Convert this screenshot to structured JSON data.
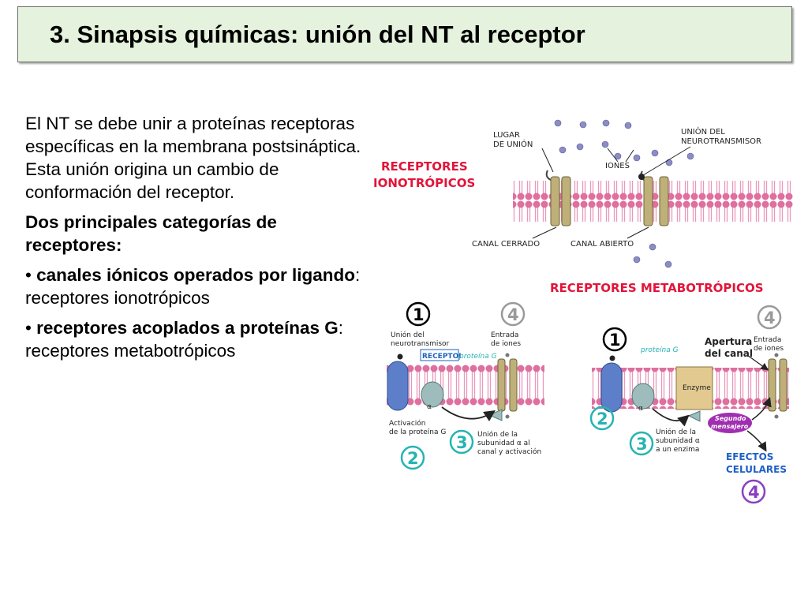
{
  "slide": {
    "title": "3. Sinapsis químicas: unión del NT al receptor",
    "paragraph1": "El NT se debe unir a proteínas receptoras específicas en la membrana postsináptica. Esta unión origina un cambio de conformación del receptor.",
    "paragraph2": "Dos principales categorías de receptores:",
    "bullet1_bold": "canales iónicos operados por ligando",
    "bullet1_rest": ": receptores ionotrópicos",
    "bullet2_bold": "receptores acoplados a proteínas G",
    "bullet2_rest": ": receptores metabotrópicos"
  },
  "diagram": {
    "ionotropic": {
      "heading_line1": "RECEPTORES",
      "heading_line2": "IONOTRÓPICOS",
      "label_lugar_1": "LUGAR",
      "label_lugar_2": "DE UNIÓN",
      "label_union_1": "UNIÓN DEL",
      "label_union_2": "NEUROTRANSMISOR",
      "label_iones": "IONES",
      "label_canal_cerrado": "CANAL CERRADO",
      "label_canal_abierto": "CANAL ABIERTO"
    },
    "metabotropic": {
      "heading": "RECEPTORES  METABOTRÓPICOS",
      "left": {
        "n1": "1",
        "n2": "2",
        "n3": "3",
        "n4": "4",
        "union_1": "Unión del",
        "union_2": "neurotransmisor",
        "receptor": "RECEPTOI",
        "proteina_g": "proteína G",
        "entrada_1": "Entrada",
        "entrada_2": "de iones",
        "alpha": "α",
        "activacion_1": "Activación",
        "activacion_2": "de la proteína G",
        "union_sub_1": "Unión de la",
        "union_sub_2": "subunidad α al",
        "union_sub_3": "canal y activación"
      },
      "right": {
        "n1": "1",
        "n2": "2",
        "n3": "3",
        "n4_top": "4",
        "n4_bottom": "4",
        "proteina_g": "proteína G",
        "apertura_1": "Apertura",
        "apertura_2": "del canal",
        "entrada_1": "Entrada",
        "entrada_2": "de iones",
        "enzyme": "Enzyme",
        "alpha": "α",
        "segundo_1": "Segundo",
        "segundo_2": "mensajero",
        "union_sub_1": "Unión de la",
        "union_sub_2": "subunidad α",
        "union_sub_3": "a un enzima",
        "efectos_1": "EFECTOS",
        "efectos_2": "CELULARES"
      }
    }
  },
  "colors": {
    "title_bg": "#e5f2dd",
    "heading_red": "#e3143a",
    "membrane_pink": "#e07aa6",
    "number_teal": "#27b3b3",
    "number_purple": "#8a3fc2"
  }
}
